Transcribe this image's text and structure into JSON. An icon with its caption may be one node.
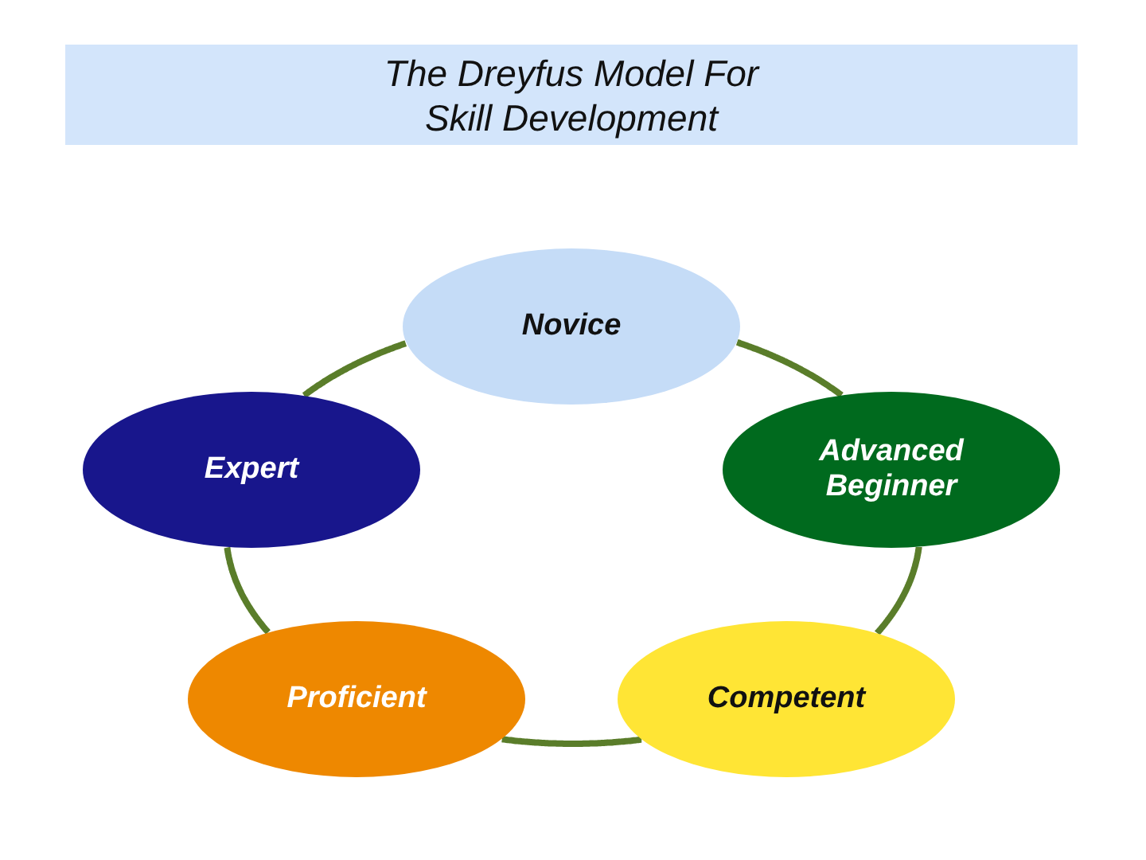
{
  "diagram": {
    "title": "The Dreyfus Model For Skill Development",
    "nodes": [
      {
        "text": [
          "Novice"
        ]
      },
      {
        "text": [
          "Advanced Beginner"
        ]
      },
      {
        "text": [
          "Competent"
        ]
      },
      {
        "text": [
          "Proficient"
        ]
      },
      {
        "text": [
          "Expert"
        ]
      }
    ],
    "edges": [
      {
        "from": 0,
        "to": 1,
        "arrow": "none"
      },
      {
        "from": 1,
        "to": 2,
        "arrow": "none"
      },
      {
        "from": 2,
        "to": 3,
        "arrow": "none"
      },
      {
        "from": 3,
        "to": 4,
        "arrow": "none"
      },
      {
        "from": 4,
        "to": 0,
        "arrow": "none"
      }
    ]
  }
}
